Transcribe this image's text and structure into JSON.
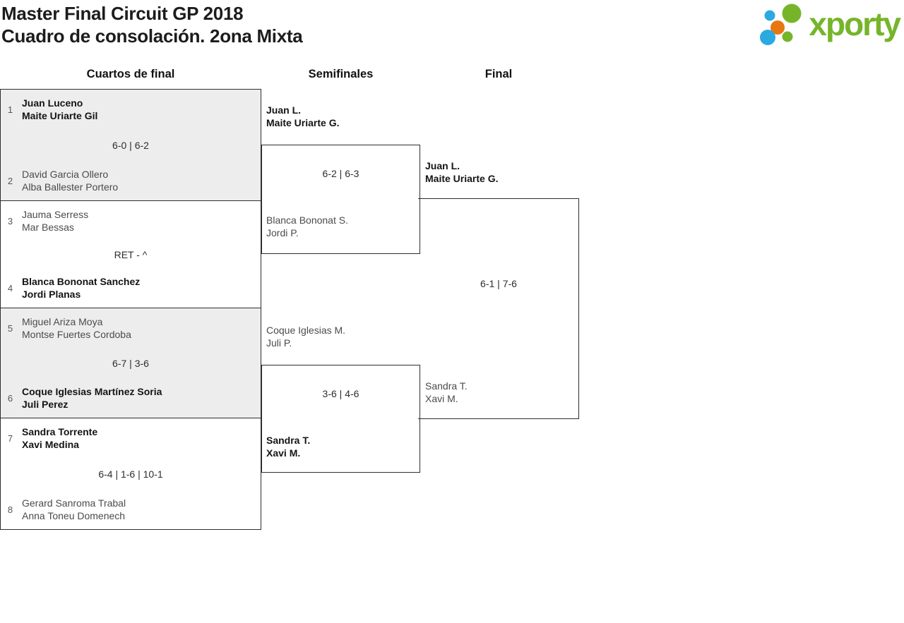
{
  "header": {
    "title_line1": "Master Final Circuit GP 2018",
    "title_line2": "Cuadro de consolación. 2ona Mixta"
  },
  "logo": {
    "text": "xporty",
    "green": "#76b52a",
    "blue": "#2ba9e1",
    "orange": "#e87711"
  },
  "round_headers": {
    "quarterfinals": "Cuartos de final",
    "semifinals": "Semifinales",
    "final": "Final"
  },
  "quarterfinals": [
    {
      "seed_top": "1",
      "team_top_line1": "Juan Luceno",
      "team_top_line2": "Maite Uriarte Gil",
      "score": "6-0 | 6-2",
      "seed_bottom": "2",
      "team_bottom_line1": "David Garcia Ollero",
      "team_bottom_line2": "Alba Ballester Portero"
    },
    {
      "seed_top": "3",
      "team_top_line1": "Jauma Serress",
      "team_top_line2": "Mar Bessas",
      "score": "RET - ^",
      "seed_bottom": "4",
      "team_bottom_line1": "Blanca Bononat Sanchez",
      "team_bottom_line2": "Jordi Planas"
    },
    {
      "seed_top": "5",
      "team_top_line1": "Miguel Ariza Moya",
      "team_top_line2": "Montse Fuertes Cordoba",
      "score": "6-7 | 3-6",
      "seed_bottom": "6",
      "team_bottom_line1": "Coque Iglesias Martínez Soria",
      "team_bottom_line2": "Juli Perez"
    },
    {
      "seed_top": "7",
      "team_top_line1": "Sandra Torrente",
      "team_top_line2": "Xavi Medina",
      "score": "6-4 | 1-6 | 10-1",
      "seed_bottom": "8",
      "team_bottom_line1": "Gerard Sanroma Trabal",
      "team_bottom_line2": "Anna Toneu Domenech"
    }
  ],
  "semifinals": [
    {
      "team_top_line1": "Juan L.",
      "team_top_line2": "Maite Uriarte G.",
      "score": "6-2 | 6-3",
      "team_bottom_line1": "Blanca Bononat S.",
      "team_bottom_line2": "Jordi P."
    },
    {
      "team_top_line1": "Coque Iglesias M.",
      "team_top_line2": "Juli P.",
      "score": "3-6 | 4-6",
      "team_bottom_line1": "Sandra T.",
      "team_bottom_line2": "Xavi M."
    }
  ],
  "final": {
    "team_top_line1": "Juan L.",
    "team_top_line2": "Maite Uriarte G.",
    "score": "6-1 | 7-6",
    "team_bottom_line1": "Sandra T.",
    "team_bottom_line2": "Xavi M."
  }
}
